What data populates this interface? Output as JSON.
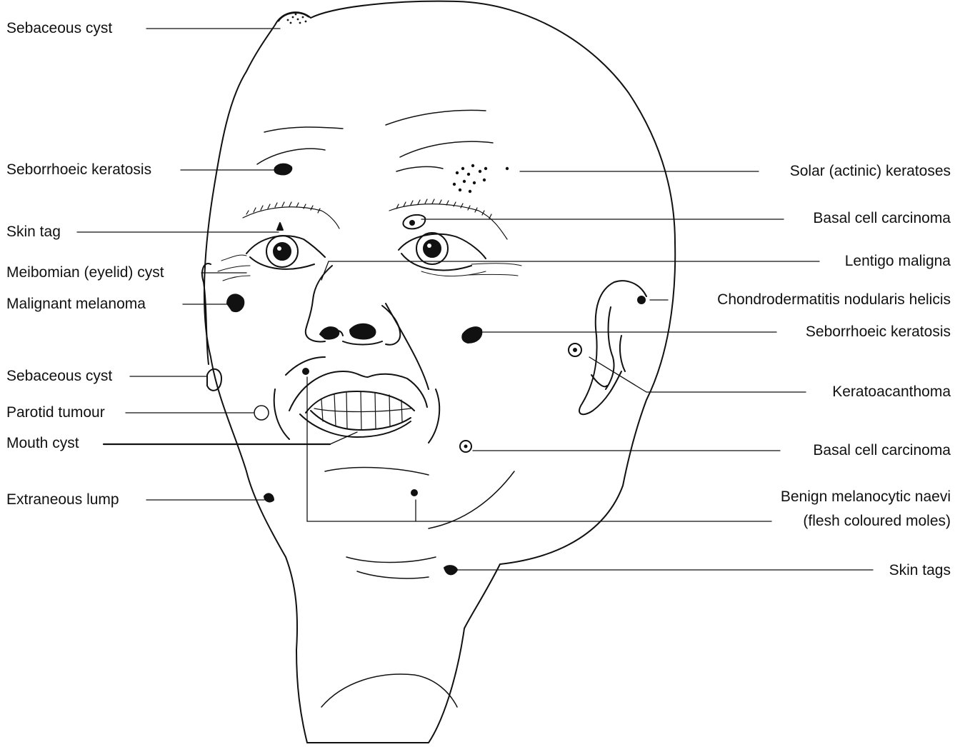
{
  "labels_left": [
    {
      "id": "sebaceous-cyst-top",
      "text": "Sebaceous cyst"
    },
    {
      "id": "seborrhoeic-keratosis-left",
      "text": "Seborrhoeic keratosis"
    },
    {
      "id": "skin-tag",
      "text": "Skin tag"
    },
    {
      "id": "meibomian-cyst",
      "text": "Meibomian (eyelid) cyst"
    },
    {
      "id": "malignant-melanoma",
      "text": "Malignant melanoma"
    },
    {
      "id": "sebaceous-cyst-ear",
      "text": "Sebaceous cyst"
    },
    {
      "id": "parotid-tumour",
      "text": "Parotid tumour"
    },
    {
      "id": "mouth-cyst",
      "text": "Mouth cyst"
    },
    {
      "id": "extraneous-lump",
      "text": "Extraneous lump"
    }
  ],
  "labels_right": [
    {
      "id": "solar-keratoses",
      "text": "Solar (actinic) keratoses"
    },
    {
      "id": "bcc-eyebrow",
      "text": "Basal cell carcinoma"
    },
    {
      "id": "lentigo-maligna",
      "text": "Lentigo maligna"
    },
    {
      "id": "chondrodermatitis",
      "text": "Chondrodermatitis nodularis helicis"
    },
    {
      "id": "seborrhoeic-keratosis-right",
      "text": "Seborrhoeic keratosis"
    },
    {
      "id": "keratoacanthoma",
      "text": "Keratoacanthoma"
    },
    {
      "id": "bcc-cheek",
      "text": "Basal cell carcinoma"
    },
    {
      "id": "benign-naevi-1",
      "text": "Benign melanocytic naevi"
    },
    {
      "id": "benign-naevi-2",
      "text": "(flesh coloured moles)"
    },
    {
      "id": "skin-tags-chin",
      "text": "Skin tags"
    }
  ],
  "colors": {
    "ink": "#111111",
    "background": "#ffffff"
  }
}
